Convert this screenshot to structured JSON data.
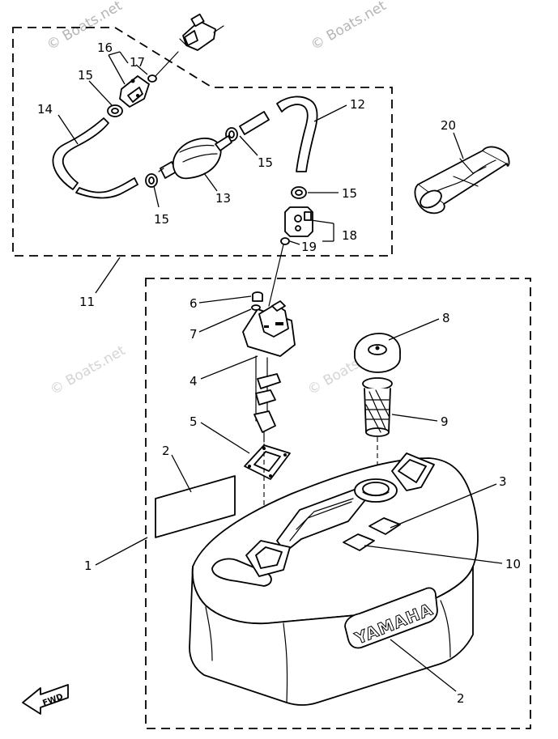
{
  "watermarks": [
    "© Boats.net",
    "© Boats.net",
    "© Boats.net",
    "© Boats.net"
  ],
  "brand_label": "YAMAHA",
  "direction_label": "FWD",
  "callouts": {
    "c1": "1",
    "c2a": "2",
    "c2b": "2",
    "c3": "3",
    "c4": "4",
    "c5": "5",
    "c6": "6",
    "c7": "7",
    "c8": "8",
    "c9": "9",
    "c10": "10",
    "c11": "11",
    "c12": "12",
    "c13": "13",
    "c14": "14",
    "c15a": "15",
    "c15b": "15",
    "c15c": "15",
    "c15d": "15",
    "c16": "16",
    "c17": "17",
    "c18": "18",
    "c19": "19",
    "c20": "20"
  }
}
